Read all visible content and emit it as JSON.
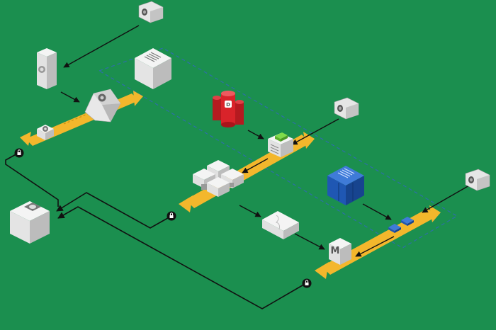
{
  "colors": {
    "background": "#1b8f4f",
    "rail": "#f3b72c",
    "rail_edge": "#c98e12",
    "block_top": "#f4f4f4",
    "block_left": "#dcdcdc",
    "block_right": "#bdbdbd",
    "red_cluster": "#d9232a",
    "blue_tower": "#1f57b3",
    "green_chip": "#7fdc4a",
    "boundary_dash": "#2d6fa8",
    "connector": "#111111"
  },
  "labels": {
    "database_glyph": "D",
    "mail_glyph": "M"
  },
  "components": [
    {
      "id": "camera-top",
      "icon": "camera-icon"
    },
    {
      "id": "camera-mid",
      "icon": "camera-icon"
    },
    {
      "id": "camera-right",
      "icon": "camera-icon"
    },
    {
      "id": "server-tower",
      "icon": "server-icon"
    },
    {
      "id": "storage-building",
      "icon": "building-icon"
    },
    {
      "id": "router-gem",
      "icon": "router-icon"
    },
    {
      "id": "small-node",
      "icon": "node-icon"
    },
    {
      "id": "red-cluster",
      "icon": "database-icon"
    },
    {
      "id": "green-server",
      "icon": "server-icon"
    },
    {
      "id": "storage-grid",
      "icon": "grid-icon"
    },
    {
      "id": "cloud-node",
      "icon": "cloud-node-icon"
    },
    {
      "id": "database-server",
      "icon": "database-icon"
    },
    {
      "id": "blue-tower",
      "icon": "tower-icon"
    },
    {
      "id": "blue-chips",
      "icon": "chip-icon"
    },
    {
      "id": "mail-server",
      "icon": "mail-icon"
    },
    {
      "id": "lock-nodes",
      "icon": "lock-icon"
    }
  ]
}
